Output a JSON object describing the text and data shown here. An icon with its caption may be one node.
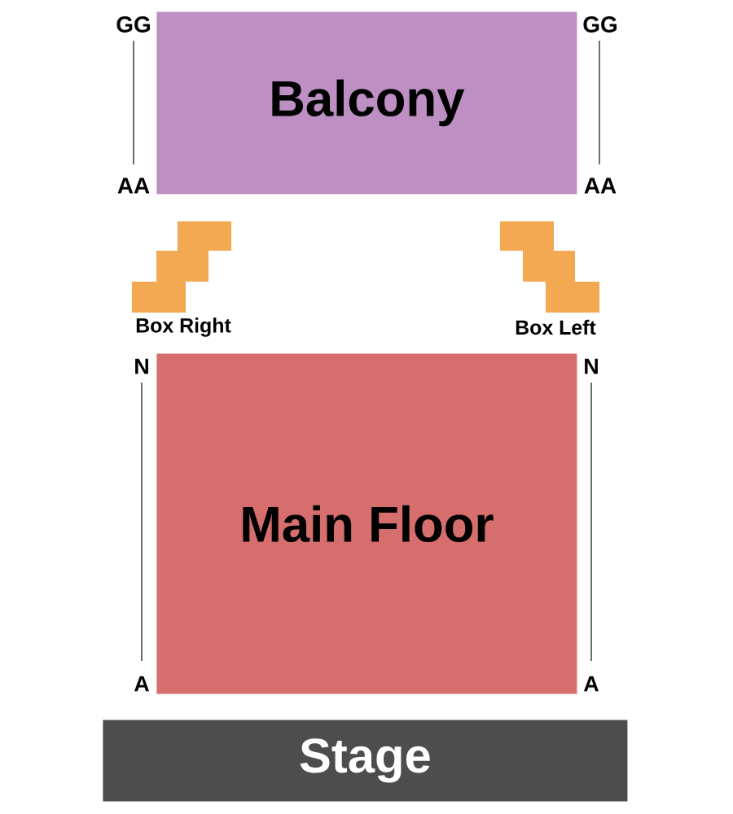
{
  "diagram": {
    "nodes": [
      {
        "text": [
          "Balcony"
        ],
        "beside": [
          "GG",
          "GG",
          "AA",
          "AA"
        ]
      },
      {
        "text": [
          "Box Right"
        ]
      },
      {
        "text": [
          "Box Left"
        ]
      },
      {
        "text": [
          "Main Floor"
        ],
        "beside": [
          "N",
          "N",
          "A",
          "A"
        ]
      },
      {
        "text": [
          "Stage"
        ]
      }
    ]
  }
}
